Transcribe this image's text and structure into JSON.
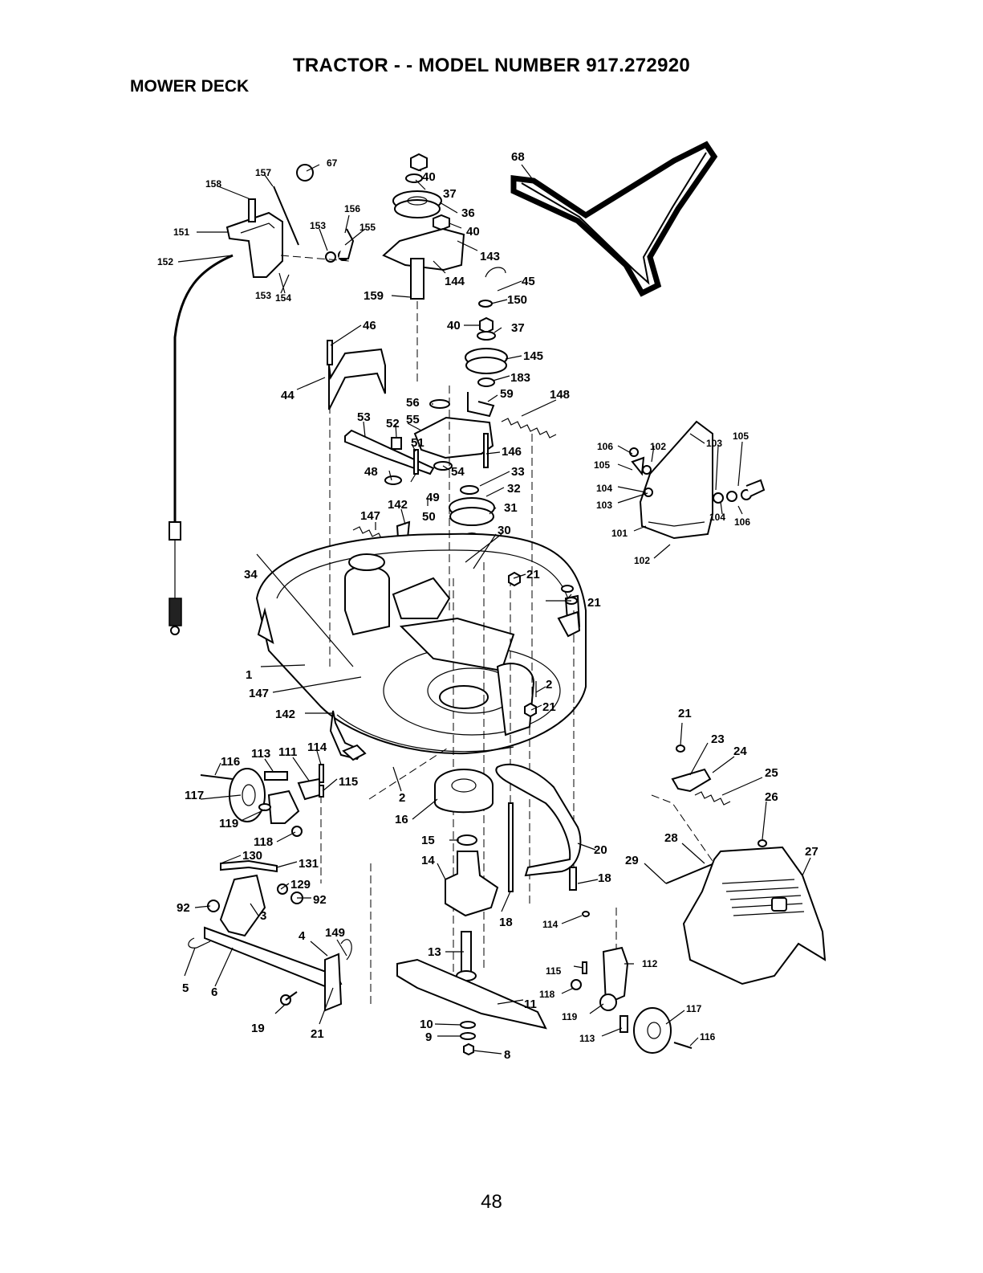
{
  "header": {
    "title": "TRACTOR - - MODEL NUMBER 917.272920",
    "section": "MOWER DECK"
  },
  "page_number": "48",
  "callouts": [
    {
      "label": "67"
    },
    {
      "label": "157"
    },
    {
      "label": "158"
    },
    {
      "label": "156"
    },
    {
      "label": "153"
    },
    {
      "label": "155"
    },
    {
      "label": "151"
    },
    {
      "label": "152"
    },
    {
      "label": "153"
    },
    {
      "label": "154"
    },
    {
      "label": "40"
    },
    {
      "label": "37"
    },
    {
      "label": "36"
    },
    {
      "label": "40"
    },
    {
      "label": "143"
    },
    {
      "label": "144"
    },
    {
      "label": "159"
    },
    {
      "label": "68"
    },
    {
      "label": "45"
    },
    {
      "label": "150"
    },
    {
      "label": "40"
    },
    {
      "label": "37"
    },
    {
      "label": "145"
    },
    {
      "label": "183"
    },
    {
      "label": "59"
    },
    {
      "label": "148"
    },
    {
      "label": "46"
    },
    {
      "label": "44"
    },
    {
      "label": "56"
    },
    {
      "label": "53"
    },
    {
      "label": "52"
    },
    {
      "label": "55"
    },
    {
      "label": "51"
    },
    {
      "label": "146"
    },
    {
      "label": "48"
    },
    {
      "label": "54"
    },
    {
      "label": "33"
    },
    {
      "label": "49"
    },
    {
      "label": "32"
    },
    {
      "label": "50"
    },
    {
      "label": "31"
    },
    {
      "label": "147"
    },
    {
      "label": "142"
    },
    {
      "label": "30"
    },
    {
      "label": "106"
    },
    {
      "label": "102"
    },
    {
      "label": "103"
    },
    {
      "label": "105"
    },
    {
      "label": "105"
    },
    {
      "label": "104"
    },
    {
      "label": "103"
    },
    {
      "label": "104"
    },
    {
      "label": "106"
    },
    {
      "label": "101"
    },
    {
      "label": "102"
    },
    {
      "label": "21"
    },
    {
      "label": "21"
    },
    {
      "label": "34"
    },
    {
      "label": "1"
    },
    {
      "label": "147"
    },
    {
      "label": "2"
    },
    {
      "label": "21"
    },
    {
      "label": "142"
    },
    {
      "label": "21"
    },
    {
      "label": "23"
    },
    {
      "label": "24"
    },
    {
      "label": "25"
    },
    {
      "label": "26"
    },
    {
      "label": "116"
    },
    {
      "label": "113"
    },
    {
      "label": "111"
    },
    {
      "label": "114"
    },
    {
      "label": "115"
    },
    {
      "label": "2"
    },
    {
      "label": "117"
    },
    {
      "label": "119"
    },
    {
      "label": "16"
    },
    {
      "label": "118"
    },
    {
      "label": "15"
    },
    {
      "label": "20"
    },
    {
      "label": "130"
    },
    {
      "label": "131"
    },
    {
      "label": "14"
    },
    {
      "label": "28"
    },
    {
      "label": "29"
    },
    {
      "label": "27"
    },
    {
      "label": "18"
    },
    {
      "label": "129"
    },
    {
      "label": "92"
    },
    {
      "label": "92"
    },
    {
      "label": "3"
    },
    {
      "label": "18"
    },
    {
      "label": "114"
    },
    {
      "label": "4"
    },
    {
      "label": "149"
    },
    {
      "label": "13"
    },
    {
      "label": "112"
    },
    {
      "label": "115"
    },
    {
      "label": "5"
    },
    {
      "label": "6"
    },
    {
      "label": "118"
    },
    {
      "label": "11"
    },
    {
      "label": "119"
    },
    {
      "label": "117"
    },
    {
      "label": "19"
    },
    {
      "label": "21"
    },
    {
      "label": "10"
    },
    {
      "label": "9"
    },
    {
      "label": "8"
    },
    {
      "label": "113"
    },
    {
      "label": "116"
    }
  ]
}
